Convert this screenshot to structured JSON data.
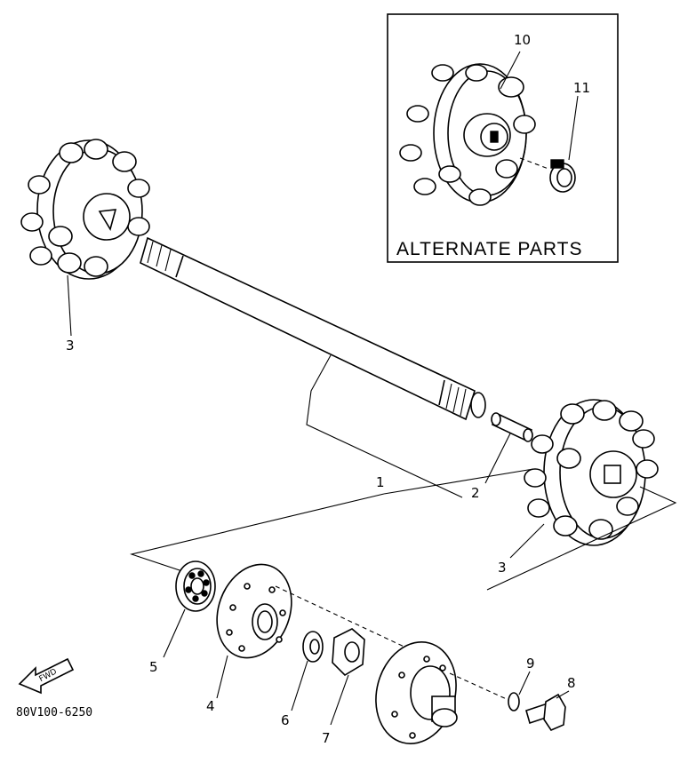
{
  "alternate_parts": {
    "title": "ALTERNATE PARTS",
    "callouts": [
      "10",
      "11"
    ]
  },
  "callouts": {
    "shaft": "1",
    "pin": "2",
    "sprocket_left": "3",
    "sprocket_right": "3",
    "bearing": "5",
    "plate": "4",
    "washer": "6",
    "nut": "7",
    "bolt": "8",
    "lock_washer": "9"
  },
  "fwd_label": "FWD",
  "diagram_code": "80V100-6250"
}
